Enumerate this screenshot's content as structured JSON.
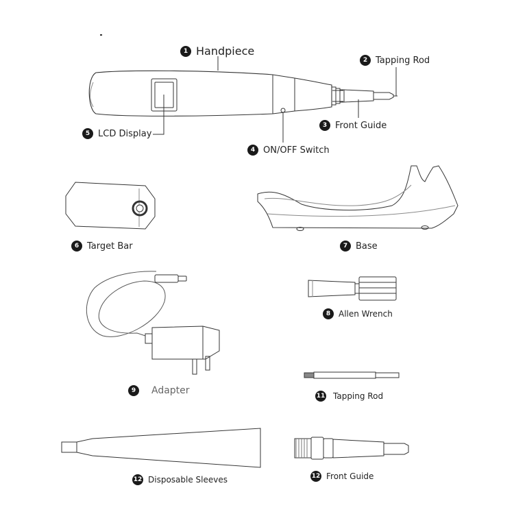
{
  "labels": [
    {
      "num": "1",
      "text": "Handpiece"
    },
    {
      "num": "2",
      "text": "Tapping Rod"
    },
    {
      "num": "3",
      "text": "Front Guide"
    },
    {
      "num": "4",
      "text": "ON/OFF Switch"
    },
    {
      "num": "5",
      "text": "LCD Display"
    },
    {
      "num": "6",
      "text": "Target Bar"
    },
    {
      "num": "7",
      "text": "Base"
    },
    {
      "num": "8",
      "text": "Allen Wrench"
    },
    {
      "num": "9",
      "text": "Adapter"
    },
    {
      "num": "11",
      "text": "Tapping Rod"
    },
    {
      "num": "12",
      "text": "Disposable Sleeves"
    },
    {
      "num": "12",
      "text": "Front Guide"
    }
  ]
}
